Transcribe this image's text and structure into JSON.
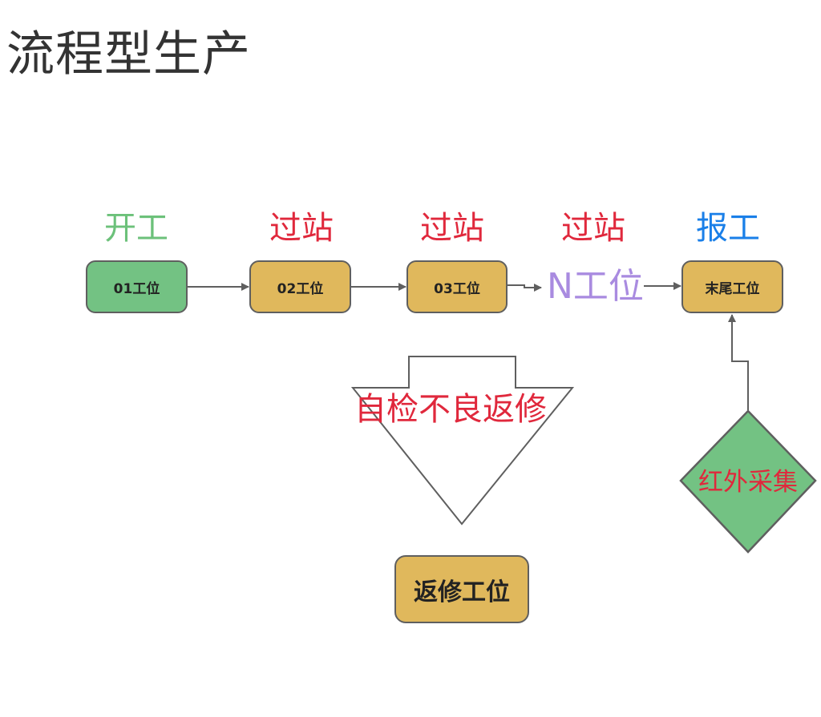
{
  "title": "流程型生产",
  "colors": {
    "green_fill": "#73c283",
    "yellow_fill": "#e0b85c",
    "stroke": "#5f5f5f",
    "label_green": "#6cc17a",
    "label_red": "#e0283c",
    "label_blue": "#1a7fe8",
    "label_purple": "#a98be0",
    "text_dark": "#222222"
  },
  "stage_labels": [
    {
      "id": "start",
      "text": "开工",
      "color": "#6cc17a"
    },
    {
      "id": "pass-1",
      "text": "过站",
      "color": "#e0283c"
    },
    {
      "id": "pass-2",
      "text": "过站",
      "color": "#e0283c"
    },
    {
      "id": "pass-3",
      "text": "过站",
      "color": "#e0283c"
    },
    {
      "id": "report",
      "text": "报工",
      "color": "#1a7fe8"
    }
  ],
  "stations": [
    {
      "id": "station-01",
      "label": "01工位",
      "fill": "#73c283"
    },
    {
      "id": "station-02",
      "label": "02工位",
      "fill": "#e0b85c"
    },
    {
      "id": "station-03",
      "label": "03工位",
      "fill": "#e0b85c"
    },
    {
      "id": "station-n",
      "label": "N工位",
      "color": "#a98be0"
    },
    {
      "id": "station-final",
      "label": "末尾工位",
      "fill": "#e0b85c"
    }
  ],
  "rework": {
    "arrow_label": "自检不良返修",
    "arrow_label_color": "#e0283c",
    "station_label": "返修工位",
    "station_fill": "#e0b85c"
  },
  "infrared": {
    "label": "红外采集",
    "label_color": "#e0283c",
    "fill": "#73c283"
  }
}
